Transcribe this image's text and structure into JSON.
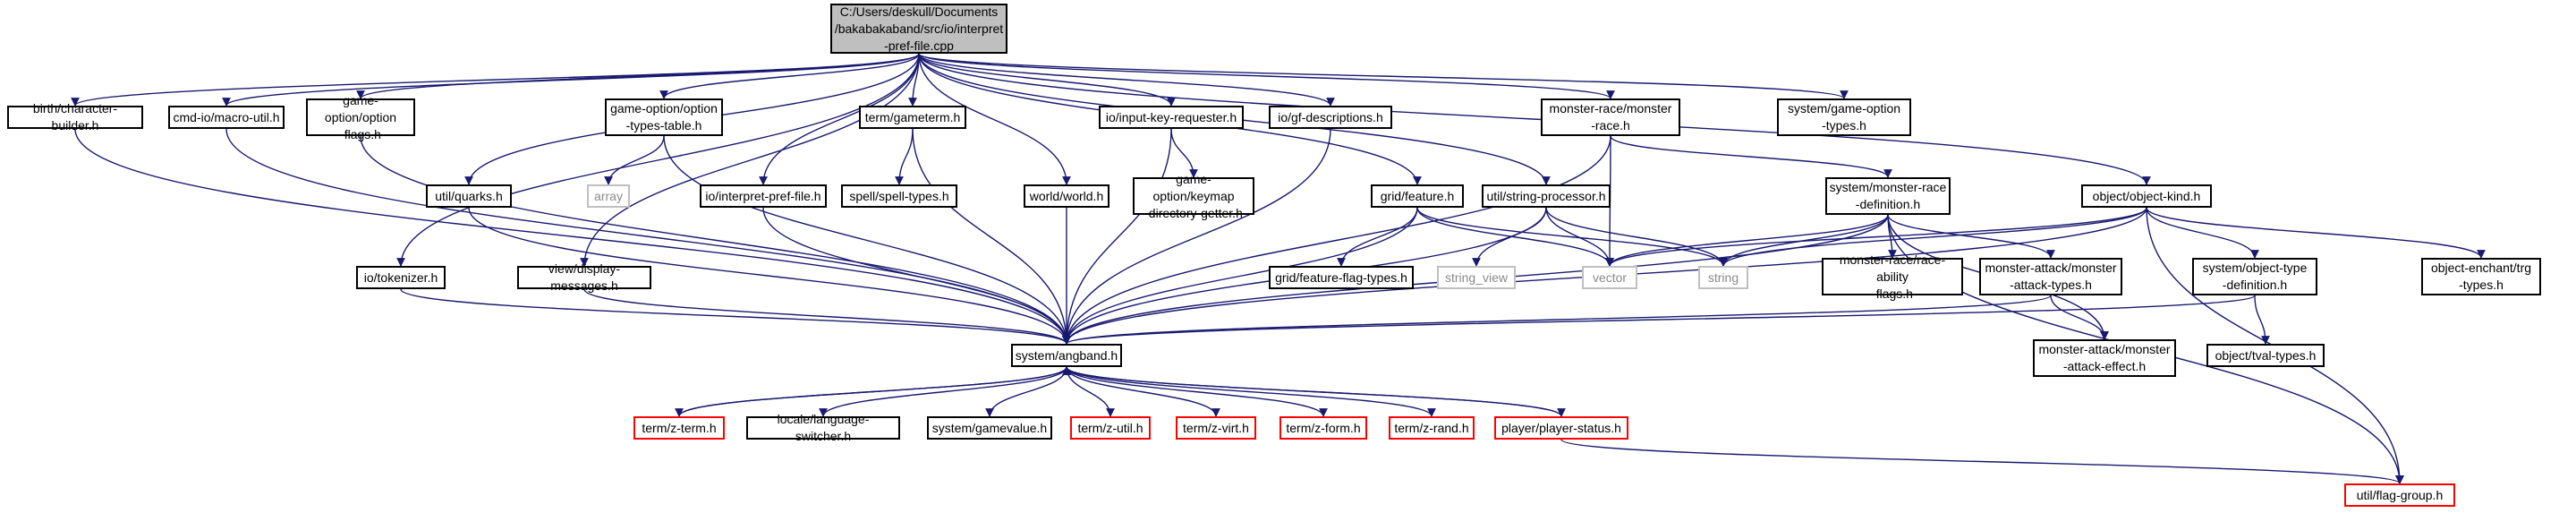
{
  "colors": {
    "edge": "#191970",
    "box": "#000000",
    "external": "#bfbfbf",
    "truncated": "#ff0000",
    "root_fill": "#bfbfbf"
  },
  "nodes": {
    "root": "C:/Users/deskull/Documents\n/bakabakaband/src/io/interpret\n-pref-file.cpp",
    "birth": "birth/character-builder.h",
    "macro": "cmd-io/macro-util.h",
    "optflags": "game-option/option\n-flags.h",
    "quarks": "util/quarks.h",
    "tokenizer": "io/tokenizer.h",
    "dispmsg": "view/display-messages.h",
    "opttypes": "game-option/option\n-types-table.h",
    "array": "array",
    "interpret": "io/interpret-pref-file.h",
    "gameterm": "term/gameterm.h",
    "spelltypes": "spell/spell-types.h",
    "world": "world/world.h",
    "inputkey": "io/input-key-requester.h",
    "keymap": "game-option/keymap\n-directory-getter.h",
    "gfdesc": "io/gf-descriptions.h",
    "feature": "grid/feature.h",
    "featflag": "grid/feature-flag-types.h",
    "strproc": "util/string-processor.h",
    "strview": "string_view",
    "vector": "vector",
    "string": "string",
    "monrace": "monster-race/monster\n-race.h",
    "monracedef": "system/monster-race\n-definition.h",
    "raceability": "monster-race/race-ability\n-flags.h",
    "atktypes": "monster-attack/monster\n-attack-types.h",
    "atkeffect": "monster-attack/monster\n-attack-effect.h",
    "sysopt": "system/game-option\n-types.h",
    "objkind": "object/object-kind.h",
    "objtype": "system/object-type\n-definition.h",
    "tval": "object/tval-types.h",
    "enchant": "object-enchant/trg\n-types.h",
    "angband": "system/angband.h",
    "zterm": "term/z-term.h",
    "locale": "locale/language-switcher.h",
    "gamevalue": "system/gamevalue.h",
    "zutil": "term/z-util.h",
    "zvirt": "term/z-virt.h",
    "zform": "term/z-form.h",
    "zrand": "term/z-rand.h",
    "pstatus": "player/player-status.h",
    "flaggroup": "util/flag-group.h"
  }
}
